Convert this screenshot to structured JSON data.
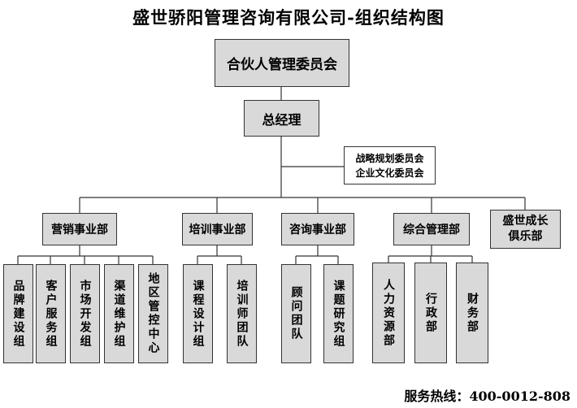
{
  "title": "盛世骄阳管理咨询有限公司-组织结构图",
  "committee": "合伙人管理委员会",
  "gm": "总经理",
  "advisory": [
    "战略规划委员会",
    "企业文化委员会"
  ],
  "divisions": [
    {
      "name": "营销事业部",
      "units": [
        "品牌建设组",
        "客户服务组",
        "市场开发组",
        "渠道维护组",
        "地区管控中心"
      ]
    },
    {
      "name": "培训事业部",
      "units": [
        "课程设计组",
        "培训师团队"
      ]
    },
    {
      "name": "咨询事业部",
      "units": [
        "顾问团队",
        "课题研究组"
      ]
    },
    {
      "name": "综合管理部",
      "units": [
        "人力资源部",
        "行政部",
        "财务部"
      ]
    },
    {
      "name": "盛世成长俱乐部",
      "units": []
    }
  ],
  "footer": {
    "label": "服务热线：",
    "phone": "400-0012-808"
  }
}
